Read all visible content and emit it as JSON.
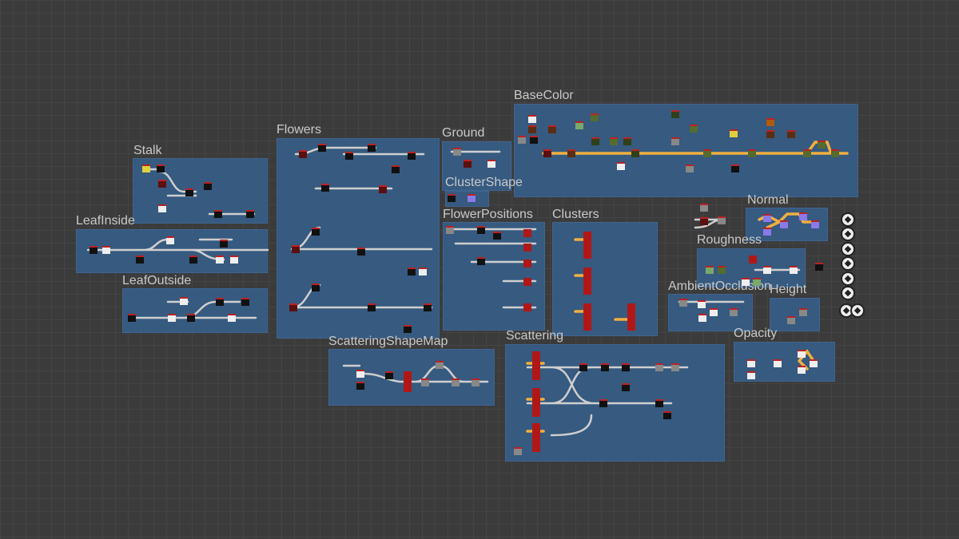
{
  "graph": {
    "frames": {
      "stalk": "Stalk",
      "leaf_inside": "LeafInside",
      "leaf_outside": "LeafOutside",
      "flowers": "Flowers",
      "ground": "Ground",
      "cluster_shape": "ClusterShape",
      "flower_positions": "FlowerPositions",
      "clusters": "Clusters",
      "base_color": "BaseColor",
      "normal": "Normal",
      "roughness": "Roughness",
      "ambient_occlusion": "AmbientOcclusion",
      "height": "Height",
      "opacity": "Opacity",
      "scattering_shape_map": "ScatteringShapeMap",
      "scattering": "Scattering"
    },
    "colors": {
      "background": "#3b3b3b",
      "frame": "#365a80",
      "wire": "#cccccc",
      "color_wire": "#f0b040"
    }
  }
}
